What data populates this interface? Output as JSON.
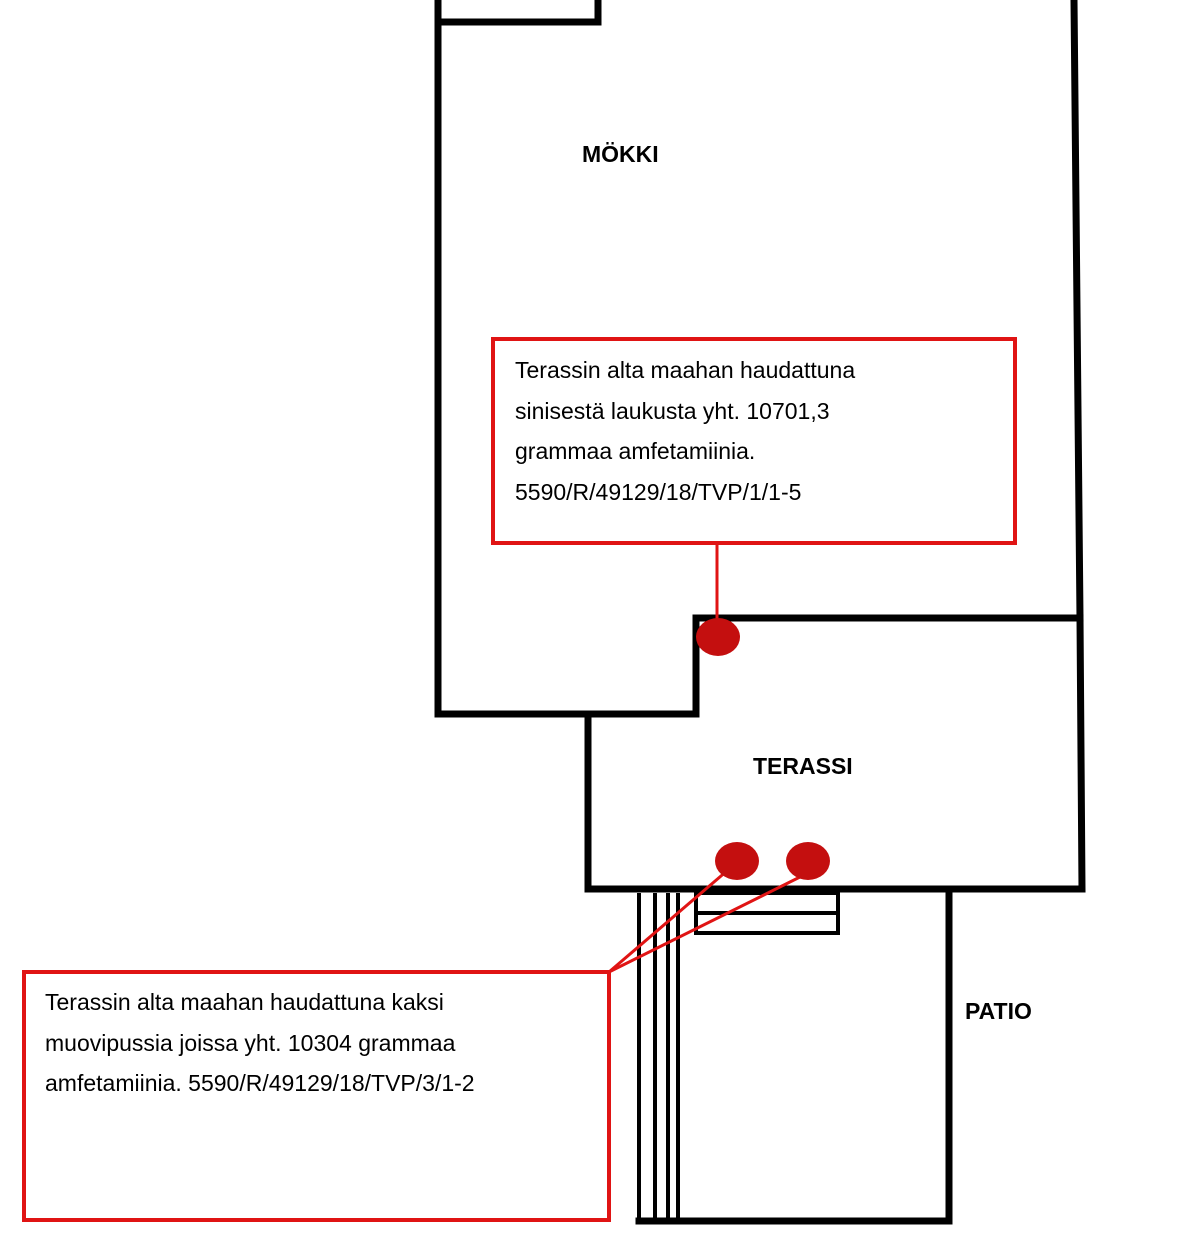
{
  "rooms": {
    "mokki": "MÖKKI",
    "terassi": "TERASSI",
    "patio": "PATIO"
  },
  "callouts": [
    {
      "lines": [
        "Terassin alta maahan haudattuna",
        "sinisestä laukusta yht. 10701,3",
        "grammaa amfetamiinia.",
        "5590/R/49129/18/TVP/1/1-5"
      ]
    },
    {
      "lines": [
        "Terassin alta maahan haudattuna kaksi",
        "muovipussia joissa yht. 10304 grammaa",
        "amfetamiinia. 5590/R/49129/18/TVP/3/1-2"
      ]
    }
  ],
  "colors": {
    "walls": "#000000",
    "callout_border": "#e01414",
    "marker_fill": "#c40f0f"
  }
}
